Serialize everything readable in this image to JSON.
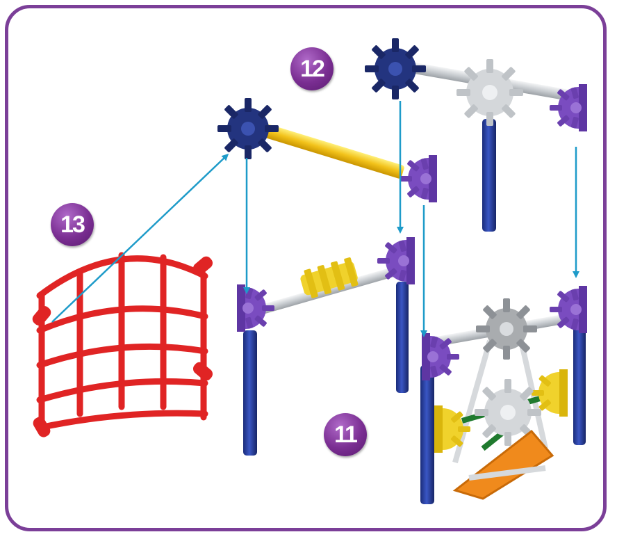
{
  "steps": [
    {
      "id": "step-12",
      "label": "12"
    },
    {
      "id": "step-13",
      "label": "13"
    },
    {
      "id": "step-11",
      "label": "11"
    }
  ],
  "colors": {
    "frame": "#7b3f98",
    "badge": "#7a2e92",
    "arrow": "#1e9bc9",
    "rod_blue": "#233a9a",
    "rod_yellow": "#f2c21a",
    "rod_grey": "#cfd3d6",
    "connector_navy": "#23347f",
    "connector_purple": "#7a4cc0",
    "connector_grey": "#a9acaf",
    "connector_yellow": "#f0d22c",
    "connector_orange": "#f08a1c",
    "rod_green": "#1f7a2e",
    "grille_red": "#e02424"
  },
  "icons": [
    "blue-rod-icon",
    "yellow-rod-icon",
    "grey-rod-icon",
    "navy-connector-icon",
    "purple-connector-icon",
    "grey-connector-icon",
    "yellow-connector-icon",
    "orange-connector-icon",
    "red-grille-icon",
    "arrow-icon"
  ]
}
